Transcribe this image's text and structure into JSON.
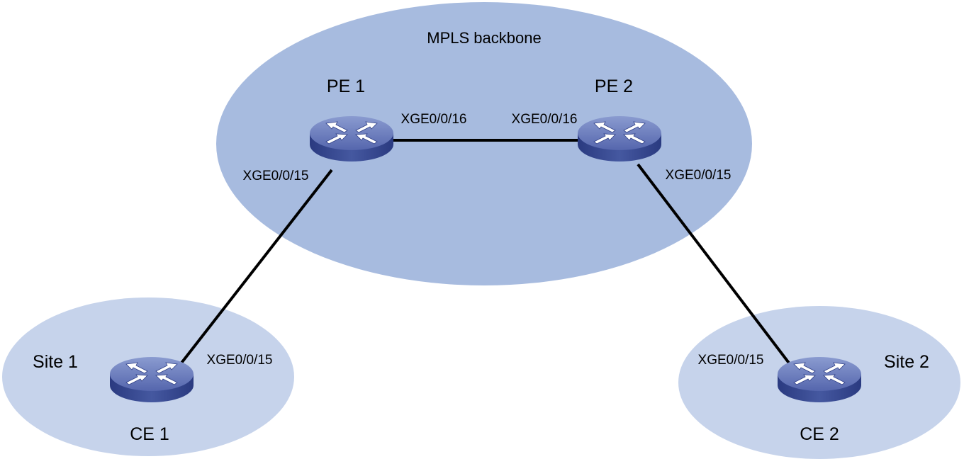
{
  "diagram": {
    "backbone_label": "MPLS backbone",
    "devices": {
      "pe1": "PE 1",
      "pe2": "PE 2",
      "ce1": "CE 1",
      "ce2": "CE 2"
    },
    "sites": {
      "site1": "Site 1",
      "site2": "Site 2"
    },
    "interfaces": {
      "pe1_to_pe2": "XGE0/0/16",
      "pe2_to_pe1": "XGE0/0/16",
      "pe1_to_ce1": "XGE0/0/15",
      "pe2_to_ce2": "XGE0/0/15",
      "ce1_to_pe1": "XGE0/0/15",
      "ce2_to_pe2": "XGE0/0/15"
    },
    "colors": {
      "backbone_fill": "#a7bbdf",
      "site_fill": "#c6d3eb",
      "link": "#000000",
      "device_top": "#5b6fb3",
      "device_side": "#2f3f86",
      "device_arrows": "#ffffff"
    }
  }
}
